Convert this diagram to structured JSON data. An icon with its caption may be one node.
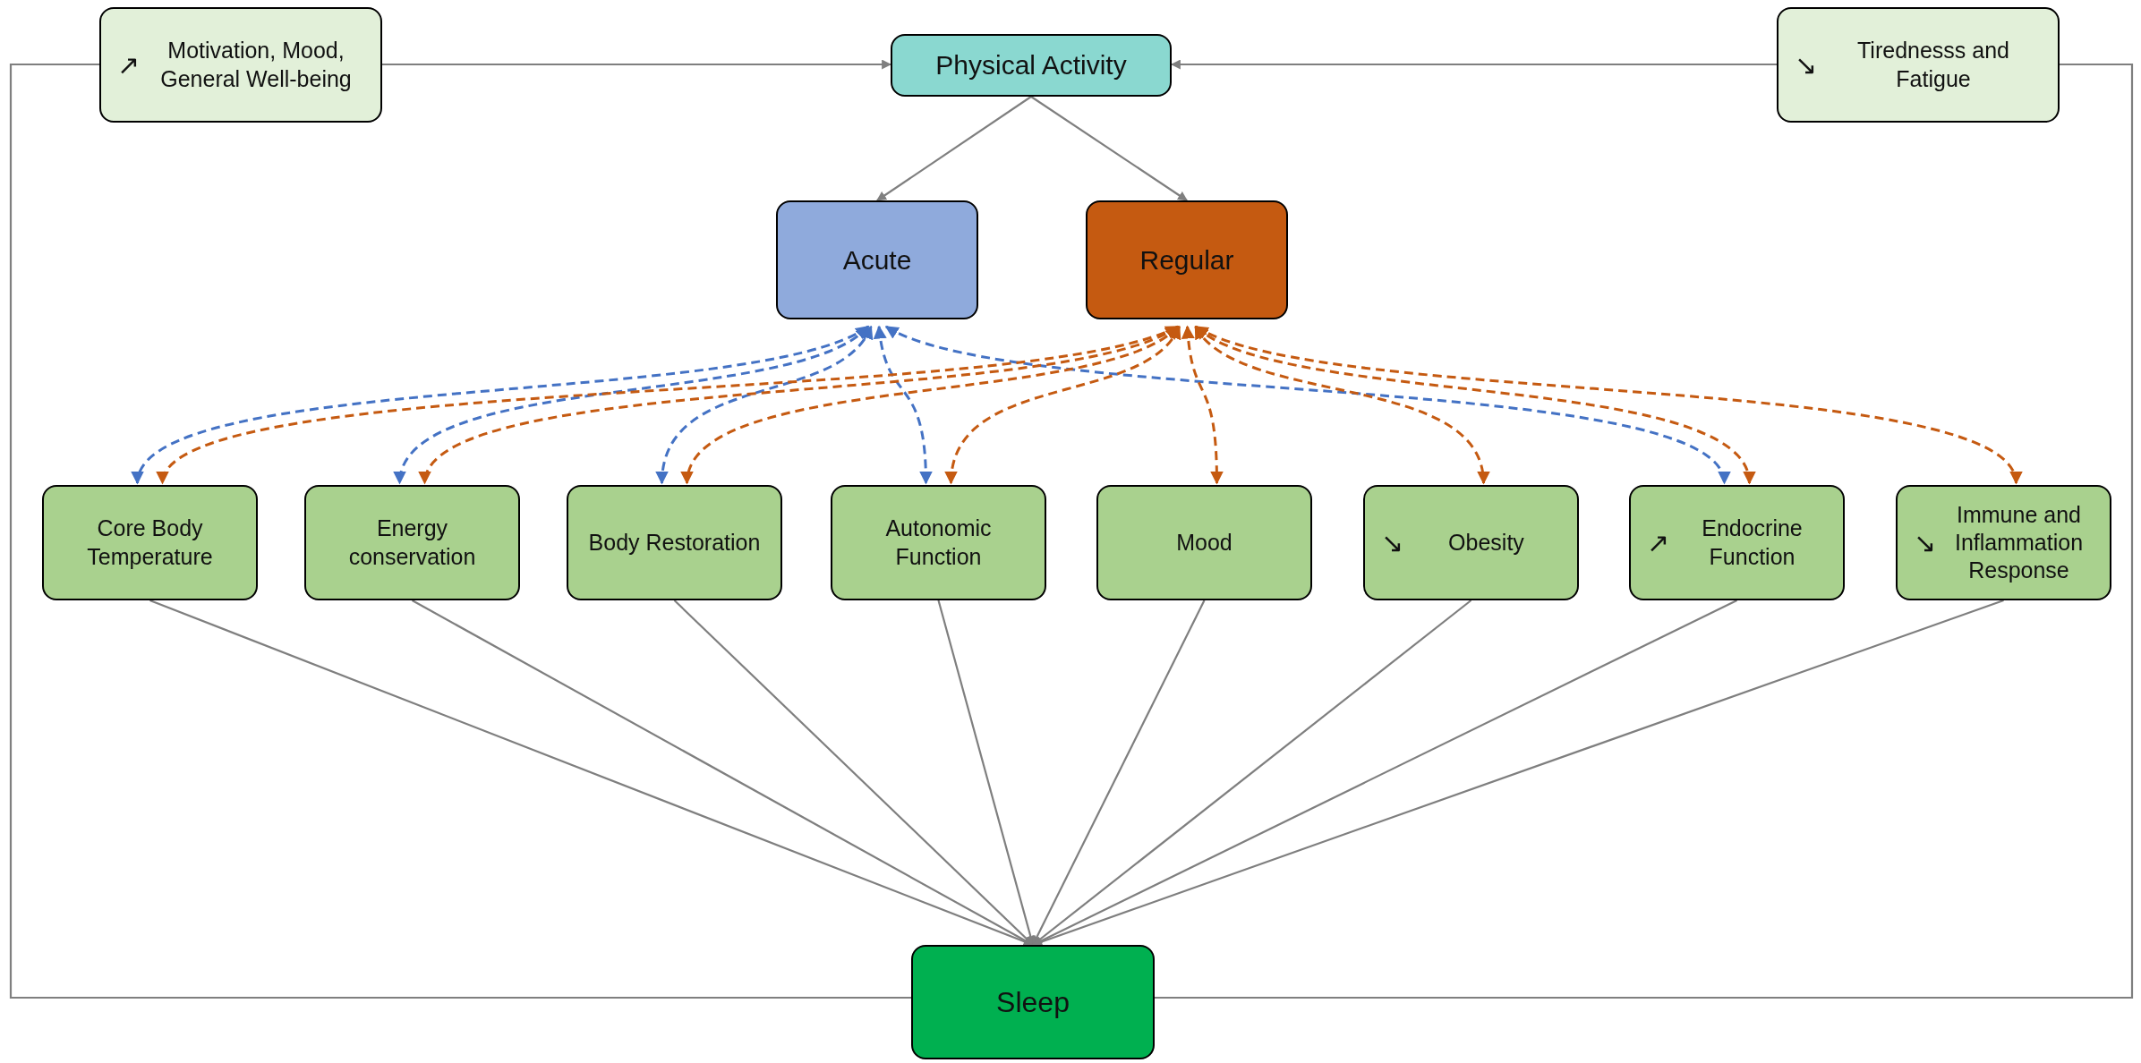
{
  "diagram": {
    "nodes": [
      {
        "text": [
          "↗",
          "Motivation, Mood, General Well-being"
        ]
      },
      {
        "text": [
          "Physical Activity"
        ]
      },
      {
        "text": [
          "↘",
          "Tirednesss and Fatigue"
        ]
      },
      {
        "text": [
          "Acute"
        ]
      },
      {
        "text": [
          "Regular"
        ]
      },
      {
        "text": [
          "Core Body Temperature"
        ]
      },
      {
        "text": [
          "Energy conservation"
        ]
      },
      {
        "text": [
          "Body Restoration"
        ]
      },
      {
        "text": [
          "Autonomic Function"
        ]
      },
      {
        "text": [
          "Mood"
        ]
      },
      {
        "text": [
          "↘",
          "Obesity"
        ]
      },
      {
        "text": [
          "↗",
          "Endocrine Function"
        ]
      },
      {
        "text": [
          "↘",
          "Immune and Inflammation Response"
        ]
      },
      {
        "text": [
          "Sleep"
        ]
      }
    ],
    "edges": [
      {
        "from": 0,
        "to": 1,
        "arrow": "to"
      },
      {
        "from": 2,
        "to": 1,
        "arrow": "to"
      },
      {
        "from": 13,
        "to": 0,
        "arrow": "none"
      },
      {
        "from": 13,
        "to": 2,
        "arrow": "none"
      },
      {
        "from": 1,
        "to": 3,
        "arrow": "to"
      },
      {
        "from": 1,
        "to": 4,
        "arrow": "to"
      },
      {
        "from": 3,
        "to": 5,
        "arrow": "both",
        "style": "dashed",
        "color": "#4472c4"
      },
      {
        "from": 3,
        "to": 6,
        "arrow": "both",
        "style": "dashed",
        "color": "#4472c4"
      },
      {
        "from": 3,
        "to": 7,
        "arrow": "both",
        "style": "dashed",
        "color": "#4472c4"
      },
      {
        "from": 3,
        "to": 8,
        "arrow": "both",
        "style": "dashed",
        "color": "#4472c4"
      },
      {
        "from": 3,
        "to": 11,
        "arrow": "both",
        "style": "dashed",
        "color": "#4472c4"
      },
      {
        "from": 4,
        "to": 5,
        "arrow": "both",
        "style": "dashed",
        "color": "#c55a11"
      },
      {
        "from": 4,
        "to": 6,
        "arrow": "both",
        "style": "dashed",
        "color": "#c55a11"
      },
      {
        "from": 4,
        "to": 7,
        "arrow": "both",
        "style": "dashed",
        "color": "#c55a11"
      },
      {
        "from": 4,
        "to": 8,
        "arrow": "both",
        "style": "dashed",
        "color": "#c55a11"
      },
      {
        "from": 4,
        "to": 9,
        "arrow": "both",
        "style": "dashed",
        "color": "#c55a11"
      },
      {
        "from": 4,
        "to": 10,
        "arrow": "both",
        "style": "dashed",
        "color": "#c55a11"
      },
      {
        "from": 4,
        "to": 11,
        "arrow": "both",
        "style": "dashed",
        "color": "#c55a11"
      },
      {
        "from": 4,
        "to": 12,
        "arrow": "both",
        "style": "dashed",
        "color": "#c55a11"
      },
      {
        "from": 5,
        "to": 13,
        "arrow": "to"
      },
      {
        "from": 6,
        "to": 13,
        "arrow": "to"
      },
      {
        "from": 7,
        "to": 13,
        "arrow": "to"
      },
      {
        "from": 8,
        "to": 13,
        "arrow": "to"
      },
      {
        "from": 9,
        "to": 13,
        "arrow": "to"
      },
      {
        "from": 10,
        "to": 13,
        "arrow": "to"
      },
      {
        "from": 11,
        "to": 13,
        "arrow": "to"
      },
      {
        "from": 12,
        "to": 13,
        "arrow": "to"
      }
    ]
  }
}
